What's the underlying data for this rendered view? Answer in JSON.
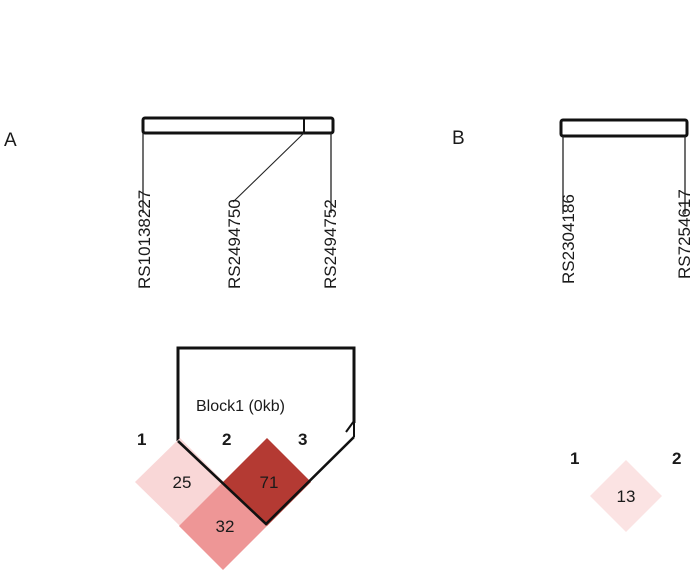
{
  "panels": [
    {
      "id": "A",
      "label": "A",
      "snps": [
        "RS10138227",
        "RS2494750",
        "RS2494752"
      ],
      "indices": [
        "1",
        "2",
        "3"
      ],
      "block_label": "Block1 (0kb)",
      "ld_cells": [
        {
          "pair": "1-2",
          "value": "25",
          "color": "#f9d7d7"
        },
        {
          "pair": "2-3",
          "value": "71",
          "color": "#b43a33"
        },
        {
          "pair": "1-3",
          "value": "32",
          "color": "#ee9696"
        }
      ]
    },
    {
      "id": "B",
      "label": "B",
      "snps": [
        "RS2304186",
        "RS7254617"
      ],
      "indices": [
        "1",
        "2"
      ],
      "ld_cells": [
        {
          "pair": "1-2",
          "value": "13",
          "color": "#fbe3e3"
        }
      ]
    }
  ]
}
